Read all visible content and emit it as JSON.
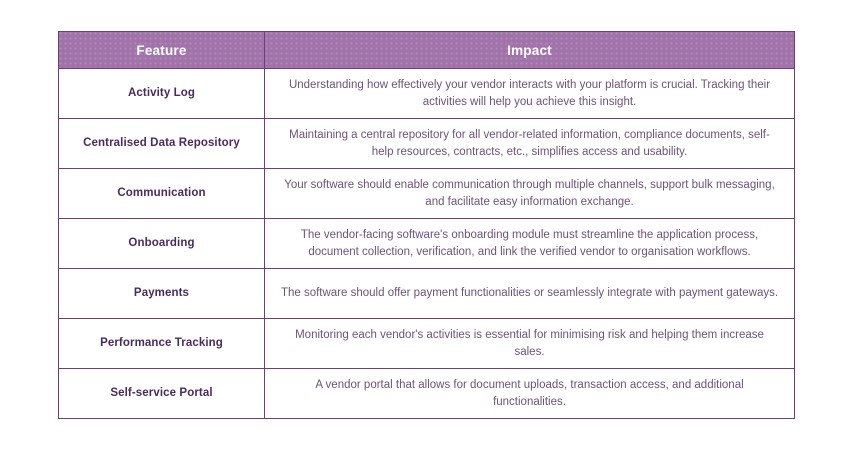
{
  "table": {
    "caption": "",
    "columns": [
      {
        "key": "feature",
        "label": "Feature"
      },
      {
        "key": "impact",
        "label": "Impact"
      }
    ],
    "rows": [
      {
        "feature": "Activity Log",
        "impact": "Understanding how effectively your vendor interacts with your platform is crucial. Tracking their activities will help you achieve this insight."
      },
      {
        "feature": "Centralised Data Repository",
        "impact": "Maintaining a central repository for all vendor-related information, compliance documents, self-help resources, contracts, etc., simplifies access and usability."
      },
      {
        "feature": "Communication",
        "impact": "Your software should enable communication through multiple channels, support bulk messaging, and facilitate easy information exchange."
      },
      {
        "feature": "Onboarding",
        "impact": "The vendor-facing software's onboarding module must streamline the application process, document collection, verification, and link the verified vendor to organisation workflows."
      },
      {
        "feature": "Payments",
        "impact": "The software should offer payment functionalities or seamlessly integrate with payment gateways."
      },
      {
        "feature": "Performance Tracking",
        "impact": "Monitoring each vendor's activities is essential for minimising risk and helping them increase sales."
      },
      {
        "feature": "Self-service Portal",
        "impact": "A vendor portal that allows for document uploads, transaction access, and additional functionalities."
      }
    ]
  },
  "colors": {
    "header_background": "#a173aa",
    "header_text": "#ffffff",
    "border": "#6b3f7a",
    "feature_text": "#4a2b5e",
    "impact_text": "#6d5279",
    "page_background": "#ffffff"
  }
}
